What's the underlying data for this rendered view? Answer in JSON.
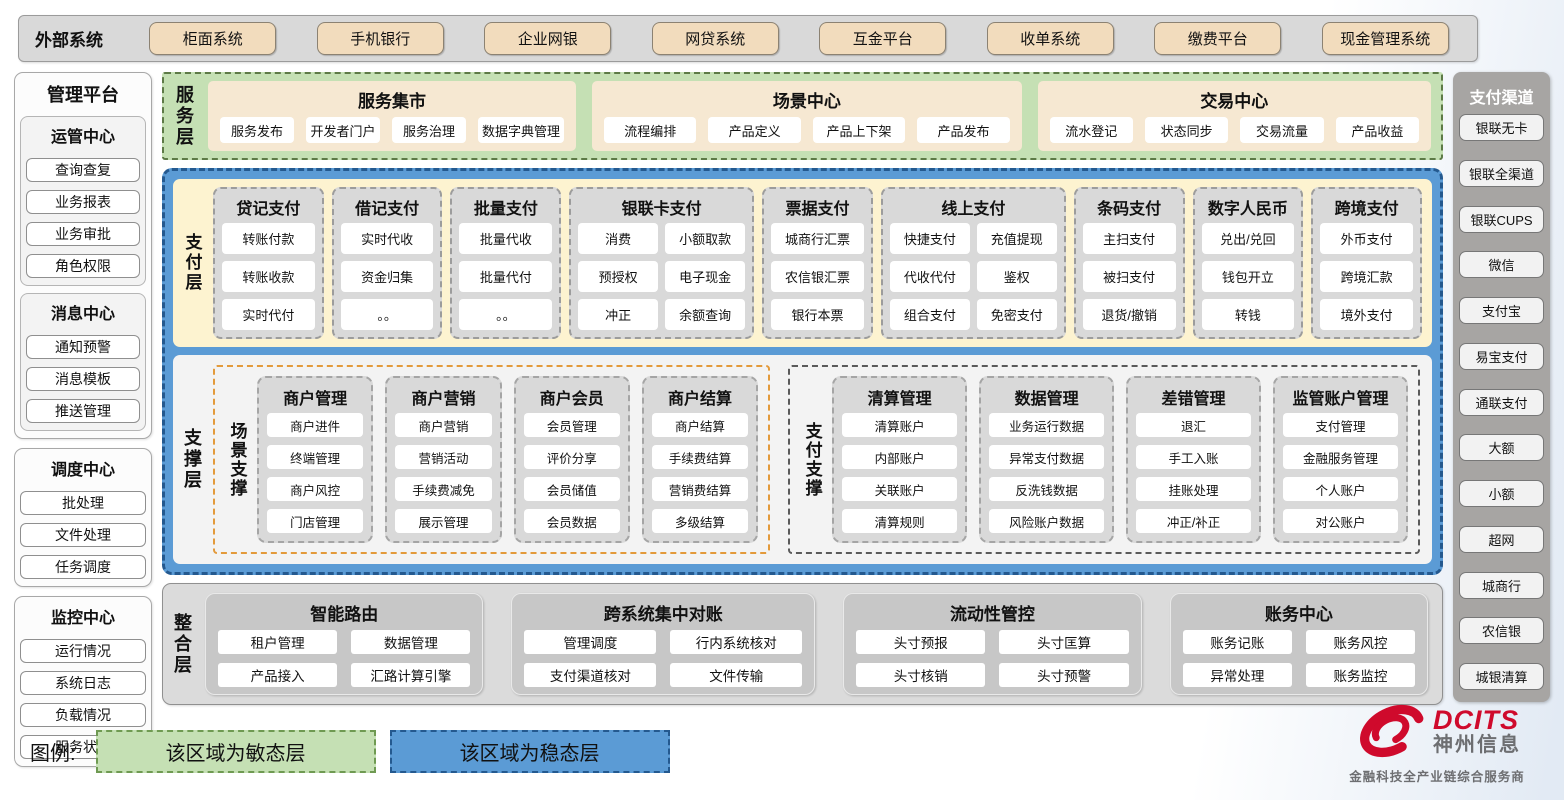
{
  "external_systems": {
    "label": "外部系统",
    "items": [
      "柜面系统",
      "手机银行",
      "企业网银",
      "网贷系统",
      "互金平台",
      "收单系统",
      "缴费平台",
      "现金管理系统"
    ]
  },
  "management_platform": {
    "title": "管理平台",
    "groups": [
      {
        "title": "运管中心",
        "items": [
          "查询查复",
          "业务报表",
          "业务审批",
          "角色权限"
        ]
      },
      {
        "title": "消息中心",
        "items": [
          "通知预警",
          "消息模板",
          "推送管理"
        ]
      },
      {
        "title": "调度中心",
        "items": [
          "批处理",
          "文件处理",
          "任务调度"
        ]
      },
      {
        "title": "监控中心",
        "items": [
          "运行情况",
          "系统日志",
          "负载情况",
          "服务状态"
        ]
      }
    ]
  },
  "service_layer": {
    "label": "服务层",
    "sections": [
      {
        "title": "服务集市",
        "items": [
          "服务发布",
          "开发者门户",
          "服务治理",
          "数据字典管理"
        ]
      },
      {
        "title": "场景中心",
        "items": [
          "流程编排",
          "产品定义",
          "产品上下架",
          "产品发布"
        ]
      },
      {
        "title": "交易中心",
        "items": [
          "流水登记",
          "状态同步",
          "交易流量",
          "产品收益"
        ]
      }
    ]
  },
  "payment_layer": {
    "label": "支付层",
    "columns": [
      {
        "title": "贷记支付",
        "wide": false,
        "items": [
          "转账付款",
          "转账收款",
          "实时代付"
        ]
      },
      {
        "title": "借记支付",
        "wide": false,
        "items": [
          "实时代收",
          "资金归集",
          "。。"
        ]
      },
      {
        "title": "批量支付",
        "wide": false,
        "items": [
          "批量代收",
          "批量代付",
          "。。"
        ]
      },
      {
        "title": "银联卡支付",
        "wide": true,
        "items": [
          "消费",
          "小额取款",
          "预授权",
          "电子现金",
          "冲正",
          "余额查询"
        ]
      },
      {
        "title": "票据支付",
        "wide": false,
        "items": [
          "城商行汇票",
          "农信银汇票",
          "银行本票"
        ]
      },
      {
        "title": "线上支付",
        "wide": true,
        "items": [
          "快捷支付",
          "充值提现",
          "代收代付",
          "鉴权",
          "组合支付",
          "免密支付"
        ]
      },
      {
        "title": "条码支付",
        "wide": false,
        "items": [
          "主扫支付",
          "被扫支付",
          "退货/撤销"
        ]
      },
      {
        "title": "数字人民币",
        "wide": false,
        "items": [
          "兑出/兑回",
          "钱包开立",
          "转钱"
        ]
      },
      {
        "title": "跨境支付",
        "wide": false,
        "items": [
          "外币支付",
          "跨境汇款",
          "境外支付"
        ]
      }
    ]
  },
  "support_layer": {
    "label": "支撑层",
    "groups": [
      {
        "label": "场景支撑",
        "accent": "orange",
        "columns": [
          {
            "title": "商户管理",
            "items": [
              "商户进件",
              "终端管理",
              "商户风控",
              "门店管理"
            ]
          },
          {
            "title": "商户营销",
            "items": [
              "商户营销",
              "营销活动",
              "手续费减免",
              "展示管理"
            ]
          },
          {
            "title": "商户会员",
            "items": [
              "会员管理",
              "评价分享",
              "会员储值",
              "会员数据"
            ]
          },
          {
            "title": "商户结算",
            "items": [
              "商户结算",
              "手续费结算",
              "营销费结算",
              "多级结算"
            ]
          }
        ]
      },
      {
        "label": "支付支撑",
        "accent": "gray",
        "columns": [
          {
            "title": "清算管理",
            "items": [
              "清算账户",
              "内部账户",
              "关联账户",
              "清算规则"
            ]
          },
          {
            "title": "数据管理",
            "items": [
              "业务运行数据",
              "异常支付数据",
              "反洗钱数据",
              "风险账户数据"
            ]
          },
          {
            "title": "差错管理",
            "items": [
              "退汇",
              "手工入账",
              "挂账处理",
              "冲正/补正"
            ]
          },
          {
            "title": "监管账户管理",
            "items": [
              "支付管理",
              "金融服务管理",
              "个人账户",
              "对公账户"
            ]
          }
        ]
      }
    ]
  },
  "integration_layer": {
    "label": "整合层",
    "sections": [
      {
        "title": "智能路由",
        "items": [
          "租户管理",
          "数据管理",
          "产品接入",
          "汇路计算引擎"
        ]
      },
      {
        "title": "跨系统集中对账",
        "items": [
          "管理调度",
          "行内系统核对",
          "支付渠道核对",
          "文件传输"
        ]
      },
      {
        "title": "流动性管控",
        "items": [
          "头寸预报",
          "头寸匡算",
          "头寸核销",
          "头寸预警"
        ]
      },
      {
        "title": "账务中心",
        "items": [
          "账务记账",
          "账务风控",
          "异常处理",
          "账务监控"
        ]
      }
    ]
  },
  "payment_channels": {
    "title": "支付渠道",
    "items": [
      "银联无卡",
      "银联全渠道",
      "银联CUPS",
      "微信",
      "支付宝",
      "易宝支付",
      "通联支付",
      "大额",
      "小额",
      "超网",
      "城商行",
      "农信银",
      "城银清算"
    ]
  },
  "legend": {
    "label": "图例:",
    "agile": "该区域为敏态层",
    "stable": "该区域为稳态层"
  },
  "logo": {
    "brand": "DCITS",
    "company": "神州信息",
    "tagline": "金融科技全产业链综合服务商"
  },
  "colors": {
    "agile_green": "#c5e0b4",
    "stable_blue": "#5b9bd5",
    "cream": "#fdf3d0",
    "tan_button": "#f2dcbd",
    "gray_panel": "#d9d9d9",
    "orange_accent": "#e39a3b",
    "brand_red": "#cf0a2c"
  }
}
